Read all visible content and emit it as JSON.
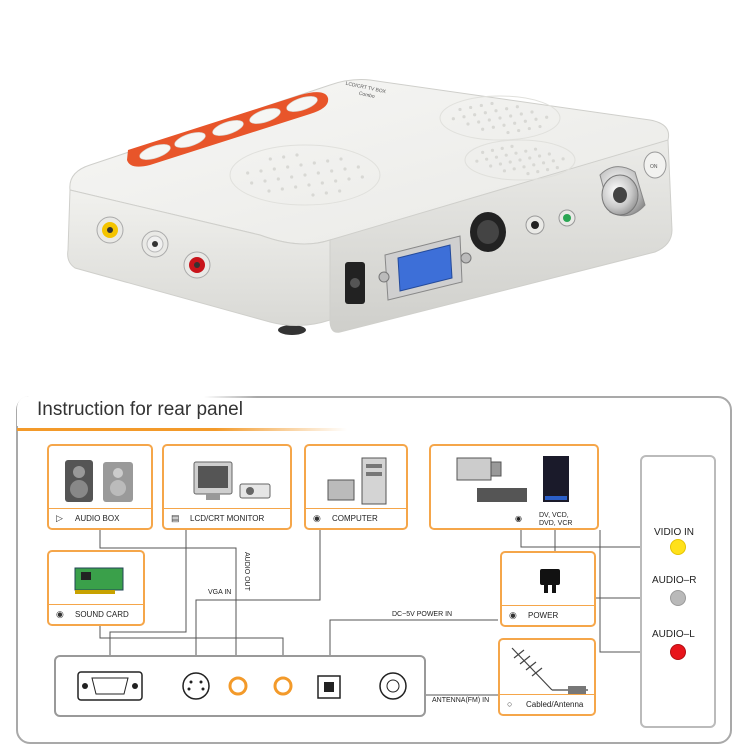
{
  "device_photo": {
    "top_label_lines": [
      "LCD/CRT TV BOX",
      "Combo"
    ],
    "switch_label": "ON"
  },
  "diagram": {
    "title": "Instruction for rear panel",
    "boxes": {
      "audio_box": "AUDIO BOX",
      "monitor": "LCD/CRT MONITOR",
      "computer": "COMPUTER",
      "dvd_label_lines": [
        "DV, VCD,",
        "DVD, VCR"
      ],
      "sound_card": "SOUND CARD",
      "power": "POWER",
      "antenna": "Cabled/Antenna"
    },
    "wire_labels": {
      "audio_out": "AUDIO OUT",
      "vga_in": "VGA IN",
      "power_in": "DC~5V POWER IN",
      "antenna_in": "ANTENNA(FM) IN"
    },
    "jacks": {
      "video_in": "VIDIO IN",
      "audio_r": "AUDIO–R",
      "audio_l": "AUDIO–L"
    },
    "colors": {
      "accent_orange": "#f39a2a",
      "video_yellow": "#ffe11a",
      "audio_r_gray": "#b9b9b9",
      "audio_l_red": "#e8141b"
    }
  }
}
